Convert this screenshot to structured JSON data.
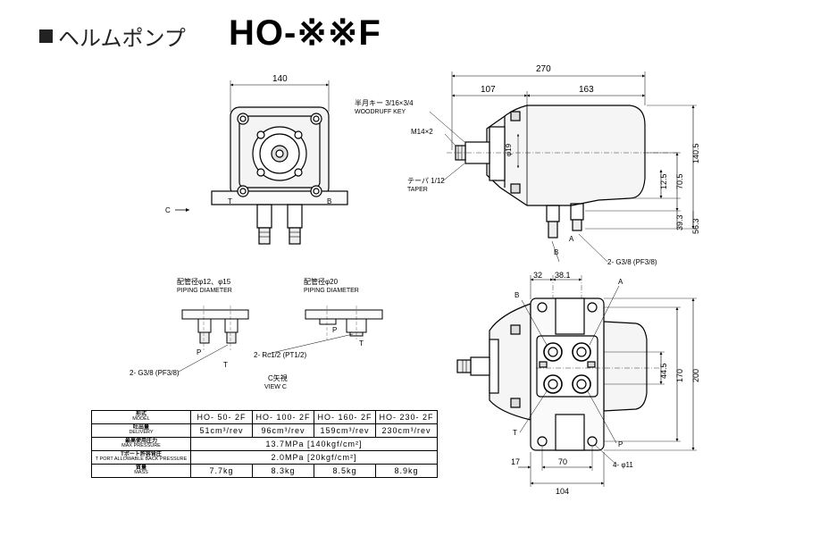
{
  "header": {
    "title": "ヘルムポンプ",
    "model": "HO-※※F"
  },
  "front_view": {
    "dim_width": "140",
    "port_t": "T",
    "port_b": "B",
    "view_arrow_label": "C"
  },
  "side_view": {
    "dim_overall": "270",
    "dim_left": "107",
    "dim_right": "163",
    "key_jp": "半月キー 3/16×3/4",
    "key_en": "WOODRUFF KEY",
    "thread": "M14×2",
    "shaft_dia": "φ19",
    "taper_jp": "テーパ 1/12",
    "taper_en": "TAPER",
    "dim_140_5": "140.5",
    "dim_70_5": "70.5",
    "dim_12_5": "12.5",
    "dim_39_3": "39.3",
    "dim_56_3": "56.3",
    "port_a": "A",
    "port_b": "B",
    "port_thread": "2- G3/8 (PF3/8)"
  },
  "piping_left": {
    "heading_jp": "配管径φ12、φ15",
    "heading_en": "PIPING DIAMETER",
    "port_p": "P",
    "port_t": "T",
    "thread": "2- G3/8 (PF3/8)"
  },
  "piping_right": {
    "heading_jp": "配管径φ20",
    "heading_en": "PIPING DIAMETER",
    "port_p": "P",
    "port_t": "T",
    "thread": "2- Rc1/2 (PT1/2)"
  },
  "view_c": {
    "jp": "C矢視",
    "en": "VIEW C"
  },
  "bottom_view": {
    "dim_32": "32",
    "dim_38_1": "38.1",
    "dim_44_5": "44.5",
    "dim_170": "170",
    "dim_200": "200",
    "dim_17": "17",
    "dim_70": "70",
    "dim_104": "104",
    "holes": "4- φ11",
    "port_a": "A",
    "port_b": "B",
    "port_t": "T",
    "port_p": "P"
  },
  "spec_table": {
    "header": {
      "label_jp": "形式",
      "label_en": "MODEL",
      "values": [
        "HO- 50- 2F",
        "HO- 100- 2F",
        "HO- 160- 2F",
        "HO- 230- 2F"
      ]
    },
    "rows": [
      {
        "label_jp": "吐出量",
        "label_en": "DELIVERY",
        "values": [
          "51cm³/rev",
          "96cm³/rev",
          "159cm³/rev",
          "230cm³/rev"
        ]
      },
      {
        "label_jp": "最高使用圧力",
        "label_en": "MAX PRESSURE",
        "merged": "13.7MPa [140kgf/cm²]"
      },
      {
        "label_jp": "Tポート許容背圧",
        "label_en": "T PORT ALLOWABLE BACK PRESSURE",
        "merged": "2.0MPa [20kgf/cm²]"
      },
      {
        "label_jp": "質量",
        "label_en": "MASS",
        "values": [
          "7.7kg",
          "8.3kg",
          "8.5kg",
          "8.9kg"
        ]
      }
    ]
  }
}
